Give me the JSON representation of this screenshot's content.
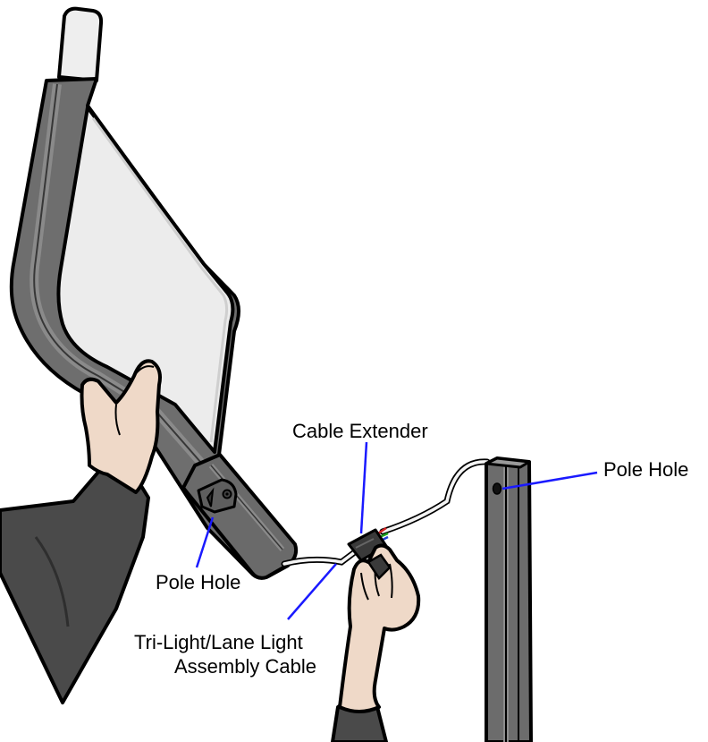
{
  "labels": {
    "cable_extender": "Cable Extender",
    "pole_hole_right": "Pole Hole",
    "pole_hole_left": "Pole Hole",
    "assembly_cable_line1": "Tri-Light/Lane Light",
    "assembly_cable_line2": "Assembly Cable"
  },
  "colors": {
    "frame": "#6e6e6e",
    "frame_light": "#8a8a8a",
    "frame_dark": "#565656",
    "panel": "#ececec",
    "skin": "#efd9c8",
    "sleeve": "#4a4a4a",
    "pole": "#6c6c6c",
    "leader_line": "#1a1aff",
    "outline": "#000000"
  }
}
